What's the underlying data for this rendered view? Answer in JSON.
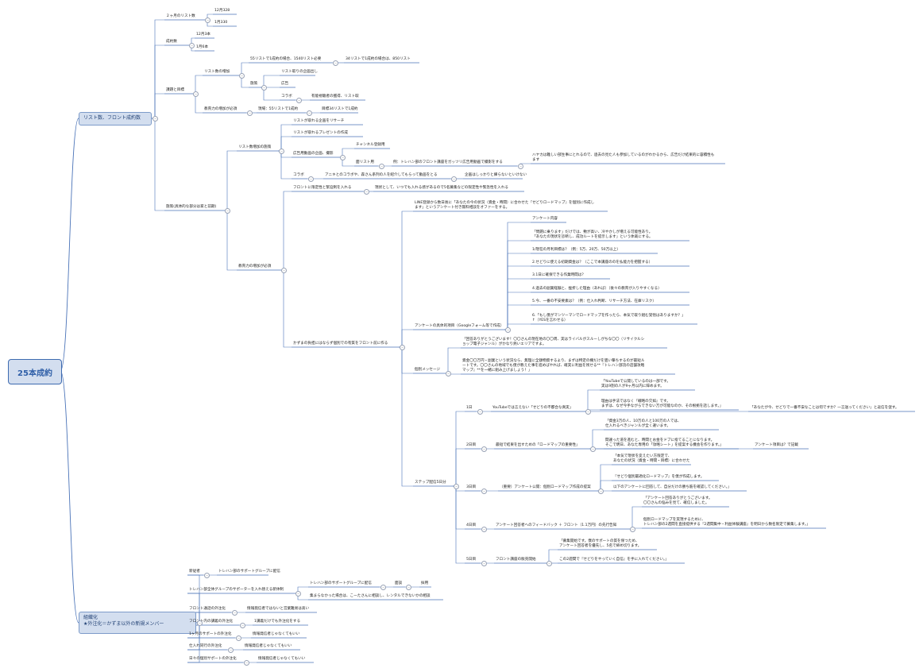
{
  "root": "25本成約",
  "main": [
    {
      "id": "m1",
      "text": "リスト数、フロント成約数"
    },
    {
      "id": "m2",
      "text": "組織化\n★外注化＝かずま以外の新規メンバー"
    }
  ],
  "nodes": [
    {
      "id": "a1",
      "text": "２ヶ月のリスト数"
    },
    {
      "id": "a1a",
      "text": "12月328"
    },
    {
      "id": "a1b",
      "text": "1月330"
    },
    {
      "id": "a2",
      "text": "成約数"
    },
    {
      "id": "a2a",
      "text": "12月3本"
    },
    {
      "id": "a2b",
      "text": "1月6本"
    },
    {
      "id": "a3",
      "text": "課題と目標"
    },
    {
      "id": "a3a",
      "text": "リスト数の増加"
    },
    {
      "id": "a3a1",
      "text": "55リストで1成約の場合、1540リスト必要"
    },
    {
      "id": "a3a1a",
      "text": "34リストで1成約の場合は、850リスト"
    },
    {
      "id": "a3a2",
      "text": "施策"
    },
    {
      "id": "a3a2a",
      "text": "リスト取りの企画出し"
    },
    {
      "id": "a3a2b",
      "text": "広告"
    },
    {
      "id": "a3a2c",
      "text": "コラボ"
    },
    {
      "id": "a3a2c1",
      "text": "有能視聴者の獲得、リスト取"
    },
    {
      "id": "a3b",
      "text": "教育力の増加が必須"
    },
    {
      "id": "a3b1",
      "text": "現場：55リストで1成約"
    },
    {
      "id": "a3b1a",
      "text": "目標34リストで1成約"
    },
    {
      "id": "a4",
      "text": "施策(具体的な部分は家と前期)"
    },
    {
      "id": "b1",
      "text": "リスト数増加の施策"
    },
    {
      "id": "b1a",
      "text": "リストが取れる企画をリサーチ"
    },
    {
      "id": "b1b",
      "text": "リストが取れるプレゼントの作成"
    },
    {
      "id": "b1c",
      "text": "広告用動画の企画、撮影"
    },
    {
      "id": "b1c1",
      "text": "チャンネル登録用"
    },
    {
      "id": "b1c2",
      "text": "面リスト用"
    },
    {
      "id": "b1c2a",
      "text": "例：トレハン部のフロント講座をガッツリ広告用動画で撮影をする"
    },
    {
      "id": "b1c2a1",
      "text": "ハヤカは難しい部生事にとれるので、過去の見た人も参加しているのがわかるから、広告だけ結果的に容積性も\nます"
    },
    {
      "id": "b1d",
      "text": "コラボ"
    },
    {
      "id": "b1d1",
      "text": "アニキとのコラボや、森さん系列の人を紹介してもらって動画をとる"
    },
    {
      "id": "b1d1a",
      "text": "企画はしっかりと練らないといけない"
    },
    {
      "id": "b2",
      "text": "教育力の増加が必須"
    },
    {
      "id": "b2a",
      "text": "フロントに限定性と緊迫制を入れる"
    },
    {
      "id": "b2a1",
      "text": "現状として、いつでも入れる感があるので5名募集などの限定性や緊急性を入れる"
    },
    {
      "id": "b2b",
      "text": "かずまの負担にはならず個別での有質をフロント前に作る"
    },
    {
      "id": "b2b1",
      "text": "LINE登録から数日後に「あなたの今の状況（資金・時間）に合わせた『せどりロードマップ』を個別に作成し\nます」というアンケート付き無料相談をオファーをする。"
    },
    {
      "id": "b2b2",
      "text": "アンケートの具体的項目（Googleフォーム等で作成）"
    },
    {
      "id": "b2b2a",
      "text": "アンケート内容"
    },
    {
      "id": "b2b2b",
      "text": "「問題に乗ります」だけでは、敷が高い、冷やかしが増える可能性あり。\n「あなたの現状を診断し、成功ルートを提示します」という体裁にする。"
    },
    {
      "id": "b2b2c",
      "text": "1/現在の月利目標は？（例：5万、20万、50万以上）"
    },
    {
      "id": "b2b2d",
      "text": "2.せどりに使える初期資金は？（ここで本講座ののを払能力を把握する）"
    },
    {
      "id": "b2b2e",
      "text": "3.1日に確保できる作業時間は？"
    },
    {
      "id": "b2b2f",
      "text": "4.過去の副業経験と、挫折した理由（あれば）（後々の教育が入りやすくなる）"
    },
    {
      "id": "b2b2g",
      "text": "5.今、一番の不安要素は？（例：仕入れ判断、リサーチ方法、在庫リスク）"
    },
    {
      "id": "b2b2h",
      "text": "6.「もし僕がマンツーマンでロードマップを作ったら、本気で取り組む覚悟はありますか？」\n↑（YESを言わせる）"
    },
    {
      "id": "b2b3",
      "text": "個別メッセージ"
    },
    {
      "id": "b2b3a",
      "text": "「回答ありがとうございます！〇〇さんの現在地の〇〇周、実はライバルがスルーしがちな〇〇（リサイクルシ\nョップ電子ジャンル）がかなり熱いエリアですよ。"
    },
    {
      "id": "b2b3b",
      "text": "資金〇〇万円・副業という状況なら、無理に全額物資するより、まずは特定の棚だけを狙い撃ちするのが最短ル\nートです。〇〇さんの地域でも僕が教えた事を進めばやれば、確実に利益を残せる**『トレハン部流の店舗攻略\nマップ』**を一緒に組み上げましょう！」"
    },
    {
      "id": "b2b4",
      "text": "ステップ配信5日分"
    },
    {
      "id": "d1",
      "text": "1日"
    },
    {
      "id": "d1a",
      "text": "YouTubeでは言えない「せどりの不都合な真実」"
    },
    {
      "id": "d1b",
      "text": "「YouTubeで公開しているのは一部です。\n実は9割の人が9ヶ月以内に辞めます。"
    },
    {
      "id": "d1c",
      "text": "理由は手法ではなく『戦略の欠如』です。\nまずは、なぜ今手ながらできない万が可能なのか、その根拠を話します。」"
    },
    {
      "id": "d1d",
      "text": "「あなたが今、せどりで一番不安なことは何ですか？一言送ってください」と返信を促す。"
    },
    {
      "id": "d2",
      "text": "2日目"
    },
    {
      "id": "d2a",
      "text": "最短で結果を出すための「ロードマップの重要性」"
    },
    {
      "id": "d2b",
      "text": "「資金3万の人、10万の人と100万の人では、\n仕入れるべきジャンルが全く違います。"
    },
    {
      "id": "d2c",
      "text": "間違った道を進むと、時間とお金をドブに捨てることになります。\nそこで明日、あなた専用の「攻略シート」を提案する機会を作ります。」"
    },
    {
      "id": "d2d",
      "text": "アンケート項目は？で記載"
    },
    {
      "id": "d3",
      "text": "3日目"
    },
    {
      "id": "d3a",
      "text": "（重要）アンケート公開：個別ロードマップ作成の提案"
    },
    {
      "id": "d3b",
      "text": "「本気で現状を変えたい方限定で、\nあなたの状況（資金・時間・目標）に合わせた"
    },
    {
      "id": "d3c",
      "text": "『せどり個別最適化ロードマップ』を僕が作成します。"
    },
    {
      "id": "d3d",
      "text": "以下のアンケートに回答して、自分だけの勝ち筋を確認してください。」"
    },
    {
      "id": "d4",
      "text": "4日目"
    },
    {
      "id": "d4a",
      "text": "アンケート回答者へのフィードバック ＋ フロント（1.1万円）の先行告知"
    },
    {
      "id": "d4b",
      "text": "「アンケート回答ありがとうございます。\n〇〇さんの悩みを見て、確信しました。"
    },
    {
      "id": "d4c",
      "text": "個別ロードマップを実現するために、\nトレハン部の2週間を直接提供する『2週間集中・利益体験講座』を明日から数名限定で募集します。」"
    },
    {
      "id": "d5",
      "text": "5日目"
    },
    {
      "id": "d5a",
      "text": "フロント講座の販売開始"
    },
    {
      "id": "d5b",
      "text": "「募集開始です。僕のサポートの質を保つため、\nアンケート回答者を優先し、5名で締め切ります。"
    },
    {
      "id": "d5c",
      "text": "この2週間で『せどりをやっていく自信』を手に入れてください。」"
    },
    {
      "id": "c1",
      "text": "新従者"
    },
    {
      "id": "c1a",
      "text": "トレハン部のサポートグループに配信"
    },
    {
      "id": "c2",
      "text": "トレハン部全体グループのサポーターを入れ替える新体制"
    },
    {
      "id": "c2a",
      "text": "トレハン部のサポートグループに配信"
    },
    {
      "id": "c2a1",
      "text": "面談"
    },
    {
      "id": "c2a1a",
      "text": "採用"
    },
    {
      "id": "c2b",
      "text": "集まらなかった場合は、こーたさんに相談し、レンタルできないかの相談"
    },
    {
      "id": "c3",
      "text": "フロント通話の外注化"
    },
    {
      "id": "c3a",
      "text": "情報発信者ではないと営業難易は高い"
    },
    {
      "id": "c4",
      "text": "フロント内の講義の外注化"
    },
    {
      "id": "c4a",
      "text": "1講義だけでも外注化をする"
    },
    {
      "id": "c5",
      "text": "1ヶ月のサポートの外注化"
    },
    {
      "id": "c5a",
      "text": "情報発信者じゃなくてもいい"
    },
    {
      "id": "c6",
      "text": "仕入れ同行の外注化"
    },
    {
      "id": "c6a",
      "text": "情報発信者じゃなくてもいい"
    },
    {
      "id": "c7",
      "text": "日々の個別サポートの外注化"
    },
    {
      "id": "c7a",
      "text": "情報発信者じゃなくてもいい"
    }
  ]
}
